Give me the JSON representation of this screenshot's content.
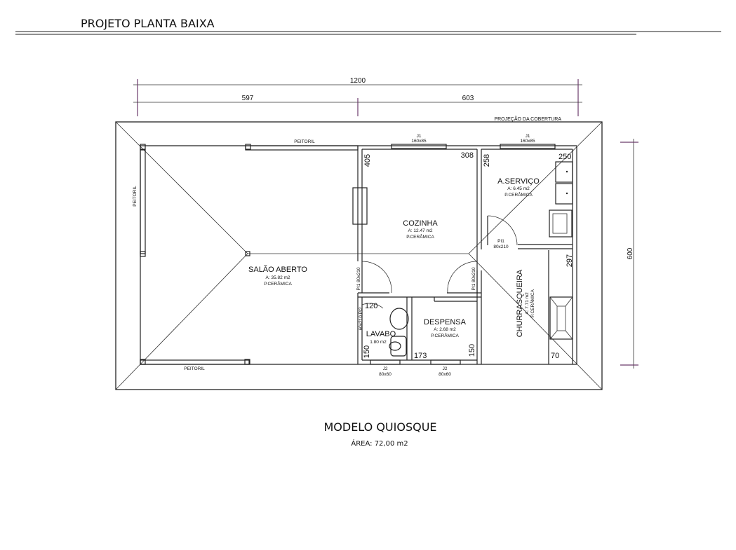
{
  "header": {
    "title": "PROJETO PLANTA BAIXA"
  },
  "dimensions": {
    "total_width": "1200",
    "left_width": "597",
    "right_width": "603",
    "total_depth": "600",
    "cozinha_h": "405",
    "cozinha_w": "308",
    "servico_h": "258",
    "servico_w": "250",
    "churrasqueira_h": "297",
    "churrasqueira_w": "70",
    "lavabo_w": "120",
    "lavabo_h": "150",
    "despensa_w": "173",
    "despensa_h": "150"
  },
  "labels": {
    "roof_projection": "PROJEÇÃO DA COBERTURA",
    "peitoril_top": "PEITORIL",
    "peitoril_left": "PEITORIL",
    "peitoril_bottom": "PEITORIL"
  },
  "windows": [
    {
      "code": "J1",
      "size": "160x85"
    },
    {
      "code": "J1",
      "size": "160x85"
    },
    {
      "code": "J2",
      "size": "80x60"
    },
    {
      "code": "J2",
      "size": "80x60"
    }
  ],
  "doors": [
    {
      "code": "PI1",
      "size": "80x210"
    },
    {
      "code": "PI1",
      "size": "80x210"
    },
    {
      "code": "PI1",
      "size": "80x210"
    },
    {
      "code": "PI2",
      "size": "60x210"
    }
  ],
  "rooms": [
    {
      "name": "SALÃO ABERTO",
      "area": "A: 35.82 m2",
      "floor": "P.CERÂMICA"
    },
    {
      "name": "COZINHA",
      "area": "A: 12.47 m2",
      "floor": "P.CERÂMICA"
    },
    {
      "name": "A.SERVIÇO",
      "area": "A: 6.45 m2",
      "floor": "P.CERÂMICA"
    },
    {
      "name": "CHURRASQUEIRA",
      "area": "A: 7.71 m2",
      "floor": "P.CERÂMICA"
    },
    {
      "name": "DESPENSA",
      "area": "A: 2.68 m2",
      "floor": "P.CERÂMICA"
    },
    {
      "name": "LAVABO",
      "area": "1.80 m2"
    }
  ],
  "footer": {
    "model": "MODELO QUIOSQUE",
    "area": "ÁREA: 72,00 m2"
  }
}
